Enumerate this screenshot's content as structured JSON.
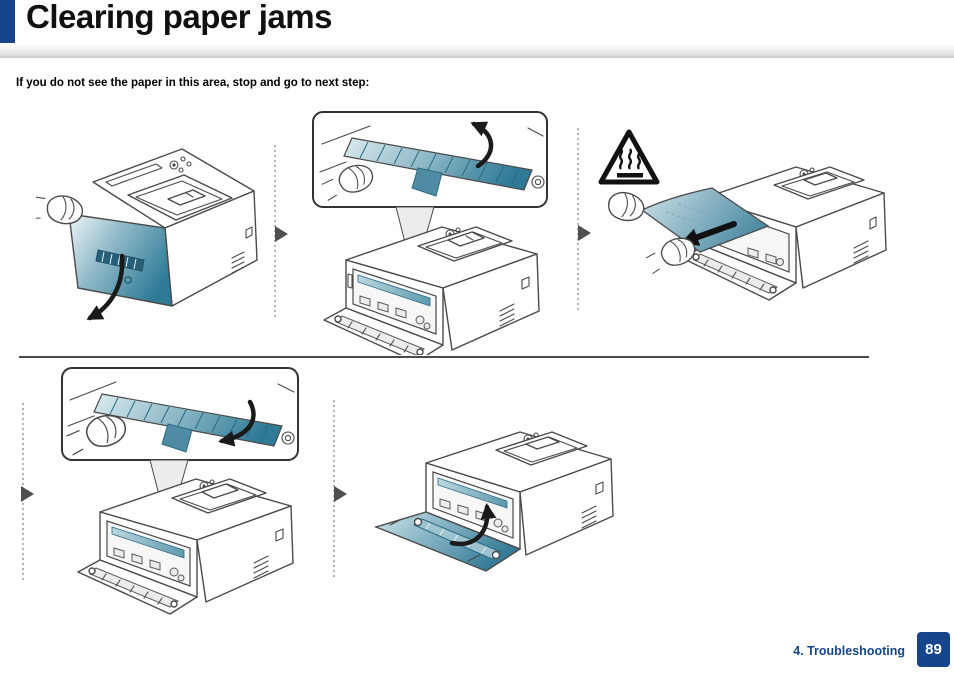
{
  "header": {
    "title": "Clearing paper jams"
  },
  "body": {
    "instruction": "If you do not see the paper in this area, stop and go to next step:"
  },
  "figures": [
    {
      "name": "step-1-open-front-cover-figure"
    },
    {
      "name": "step-2-lift-jam-cover-callout-figure"
    },
    {
      "name": "step-3-remove-jammed-paper-figure"
    },
    {
      "name": "step-4-close-jam-cover-callout-figure"
    },
    {
      "name": "step-5-close-rear-cover-figure"
    }
  ],
  "icons": {
    "hot_surface_warning": "hot-surface-warning-icon",
    "next_step_arrow": "next-step-arrow-icon"
  },
  "footer": {
    "section_label": "4. Troubleshooting",
    "page_number": "89"
  },
  "colors": {
    "accent_navy": "#17458c",
    "highlight_teal": "#357c98",
    "line_art_gray": "#4a4a4a",
    "separator_gray": "#4a4a4a"
  }
}
